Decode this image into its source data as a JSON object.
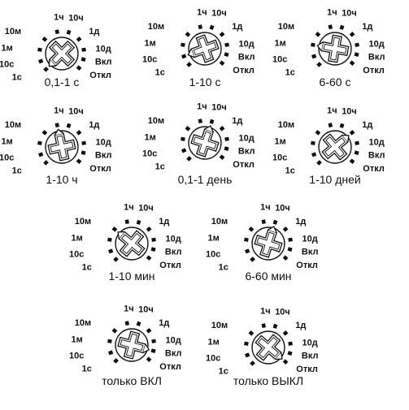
{
  "scale_labels": [
    "1с",
    "10с",
    "1м",
    "10м",
    "1ч",
    "10ч",
    "1д",
    "10д",
    "Вкл",
    "Откл"
  ],
  "dials": [
    {
      "caption": "0,1-1 с",
      "setting": "1с"
    },
    {
      "caption": "1-10 с",
      "setting": "10с"
    },
    {
      "caption": "6-60 с",
      "setting": "1м"
    },
    {
      "caption": "1-10 ч",
      "setting": "1ч"
    },
    {
      "caption": "0,1-1 день",
      "setting": "10ч"
    },
    {
      "caption": "1-10 дней",
      "setting": "1д"
    },
    {
      "caption": "1-10 мин",
      "setting": "10м"
    },
    {
      "caption": "6-60 мин",
      "setting": "10ч"
    },
    {
      "caption": "только ВКЛ",
      "setting": "Вкл"
    },
    {
      "caption": "только ВЫКЛ",
      "setting": "Откл"
    }
  ]
}
